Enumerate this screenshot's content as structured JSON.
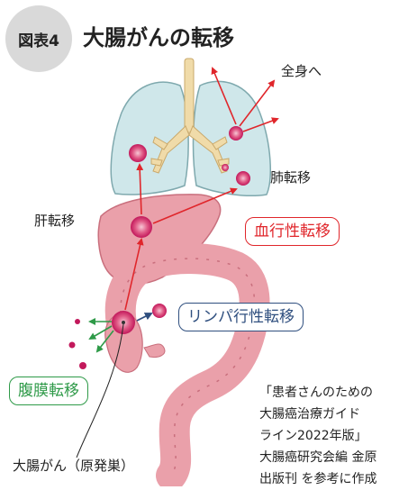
{
  "header": {
    "figure_number": "図表4",
    "title": "大腸がんの転移"
  },
  "labels": {
    "whole_body": "全身へ",
    "lung_metastasis": "肺転移",
    "liver_metastasis": "肝転移",
    "primary_tumor": "大腸がん（原発巣）"
  },
  "boxes": {
    "hematogenous": "血行性転移",
    "lymphatic": "リンパ行性転移",
    "peritoneal": "腹膜転移"
  },
  "source": {
    "lines": [
      "「患者さんのための",
      "大腸癌治療ガイド",
      "ライン2022年版」",
      "大腸癌研究会編 金原",
      "出版刊 を参考に作成"
    ]
  },
  "colors": {
    "hematogenous": "#e0262b",
    "lymphatic": "#2f4f7f",
    "peritoneal": "#2e9a48",
    "tumor": "#c2185b",
    "lung_fill": "#cfe7ea",
    "organ_fill": "#eaa0aa",
    "airway_fill": "#f0dba9"
  }
}
